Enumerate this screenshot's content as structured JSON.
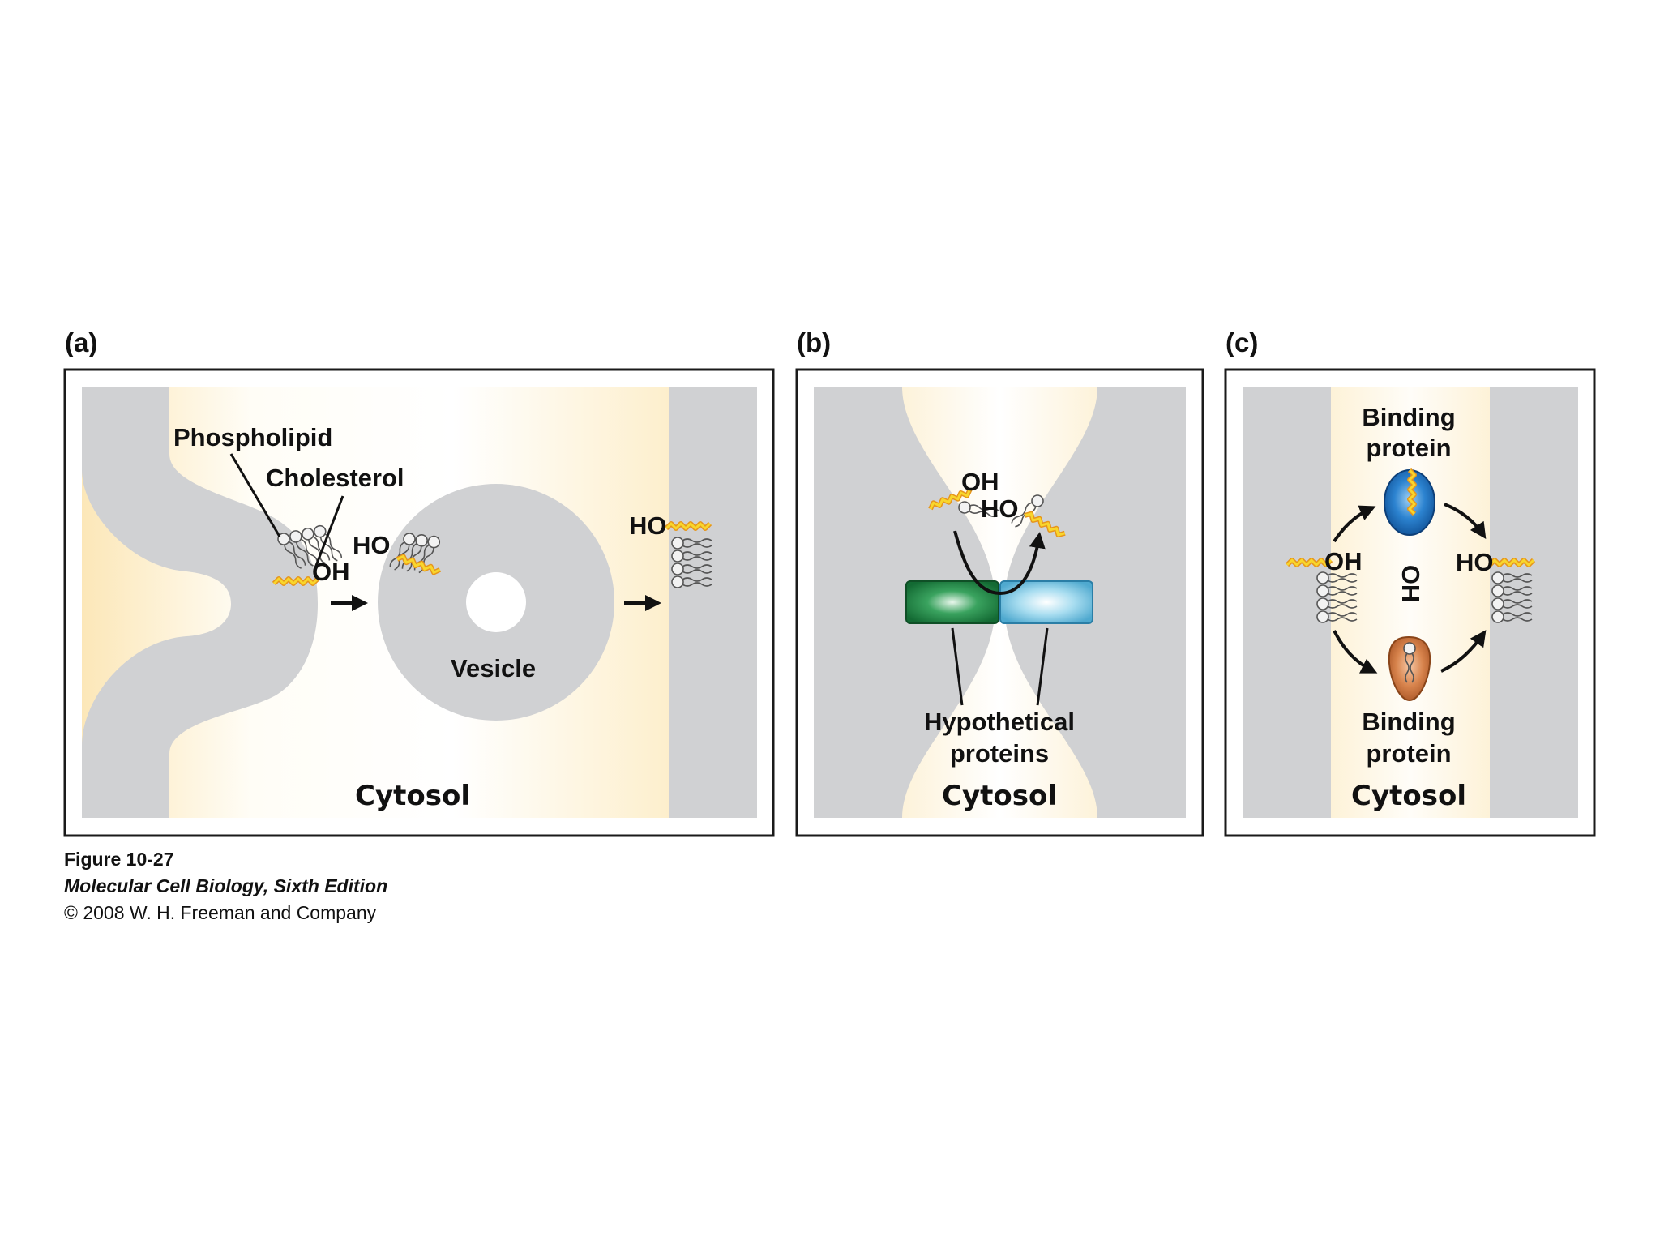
{
  "panels": {
    "a": {
      "letter": "(a)",
      "phospholipid_label": "Phospholipid",
      "cholesterol_label": "Cholesterol",
      "oh_label": "OH",
      "ho_vesicle_label": "HO",
      "ho_target_label": "HO",
      "vesicle_label": "Vesicle",
      "cytosol_label": "Cytosol"
    },
    "b": {
      "letter": "(b)",
      "oh_label": "OH",
      "ho_label": "HO",
      "proteins_label_line1": "Hypothetical",
      "proteins_label_line2": "proteins",
      "cytosol_label": "Cytosol"
    },
    "c": {
      "letter": "(c)",
      "binding_top_line1": "Binding",
      "binding_top_line2": "protein",
      "oh_label": "OH",
      "ho_rotated_label": "HO",
      "ho_right_label": "HO",
      "binding_bottom_line1": "Binding",
      "binding_bottom_line2": "protein",
      "cytosol_label": "Cytosol"
    }
  },
  "caption": {
    "figure_number": "Figure 10-27",
    "book_title": "Molecular Cell Biology, Sixth Edition",
    "copyright": "© 2008 W. H. Freeman and Company"
  },
  "colors": {
    "membrane_gray": "#d0d1d3",
    "cytosol_cream": "#fcedc8",
    "cholesterol_yellow": "#f3c318",
    "cholesterol_orange": "#e6951c",
    "protein_green": "#1b7a3e",
    "protein_light_blue": "#6cc0e0",
    "binding_blue": "#1f73c1",
    "binding_orange": "#cf7a46",
    "frame": "#1a1a1a"
  }
}
